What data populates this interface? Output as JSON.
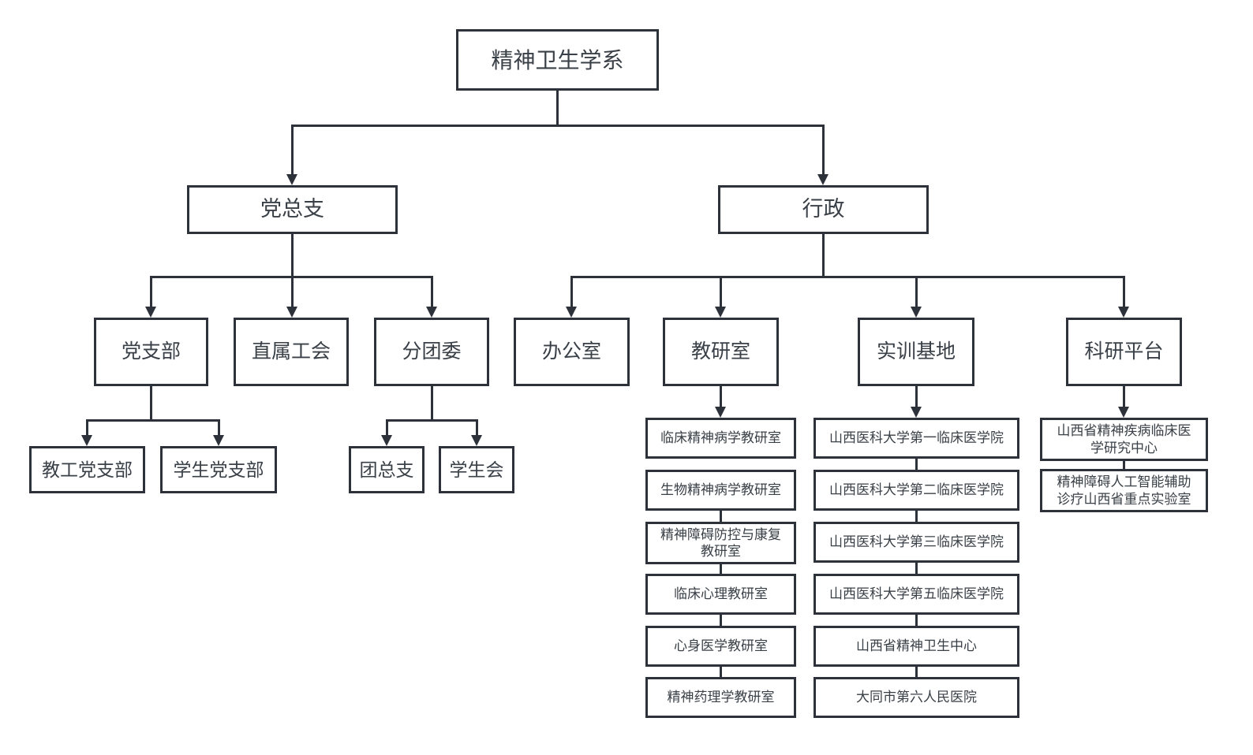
{
  "org_chart": {
    "root": {
      "label": "精神卫生学系"
    },
    "branches": [
      {
        "label": "党总支",
        "children": [
          {
            "label": "党支部",
            "children": [
              {
                "label": "教工党支部"
              },
              {
                "label": "学生党支部"
              }
            ]
          },
          {
            "label": "直属工会"
          },
          {
            "label": "分团委",
            "children": [
              {
                "label": "团总支"
              },
              {
                "label": "学生会"
              }
            ]
          }
        ]
      },
      {
        "label": "行政",
        "children": [
          {
            "label": "办公室"
          },
          {
            "label": "教研室",
            "children": [
              {
                "label": "临床精神病学教研室"
              },
              {
                "label": "生物精神病学教研室"
              },
              {
                "label": "精神障碍防控与康复教研室"
              },
              {
                "label": "临床心理教研室"
              },
              {
                "label": "心身医学教研室"
              },
              {
                "label": "精神药理学教研室"
              }
            ]
          },
          {
            "label": "实训基地",
            "children": [
              {
                "label": "山西医科大学第一临床医学院"
              },
              {
                "label": "山西医科大学第二临床医学院"
              },
              {
                "label": "山西医科大学第三临床医学院"
              },
              {
                "label": "山西医科大学第五临床医学院"
              },
              {
                "label": "山西省精神卫生中心"
              },
              {
                "label": "大同市第六人民医院"
              }
            ]
          },
          {
            "label": "科研平台",
            "children": [
              {
                "label": "山西省精神疾病临床医学研究中心"
              },
              {
                "label": "精神障碍人工智能辅助诊疗山西省重点实验室"
              }
            ]
          }
        ]
      }
    ],
    "style": {
      "line_color": "#2d323a",
      "box_border_color": "#2d323a",
      "box_fill_color": "#ffffff",
      "text_color": "#3a4047",
      "background_color": "#ffffff"
    }
  }
}
